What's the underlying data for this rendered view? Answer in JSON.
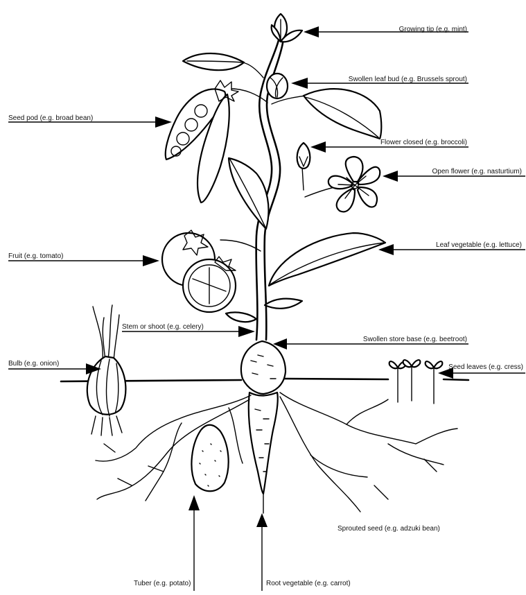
{
  "labels": {
    "growing_tip": "Growing tip (e.g. mint)",
    "swollen_leaf_bud": "Swollen leaf bud (e.g. Brussels sprout)",
    "seed_pod": "Seed pod (e.g. broad bean)",
    "flower_closed": "Flower closed (e.g. broccoli)",
    "open_flower": "Open flower (e.g. nasturtium)",
    "fruit": "Fruit (e.g. tomato)",
    "leaf_vegetable": "Leaf vegetable (e.g. lettuce)",
    "stem_or_shoot": "Stem or shoot (e.g. celery)",
    "swollen_store_base": "Swollen store base (e.g. beetroot)",
    "bulb": "Bulb (e.g. onion)",
    "seed_leaves": "Seed leaves (e.g. cress)",
    "sprouted_seed": "Sprouted seed (e.g. adzuki bean)",
    "tuber": "Tuber (e.g. potato)",
    "root_vegetable": "Root vegetable (e.g. carrot)"
  }
}
